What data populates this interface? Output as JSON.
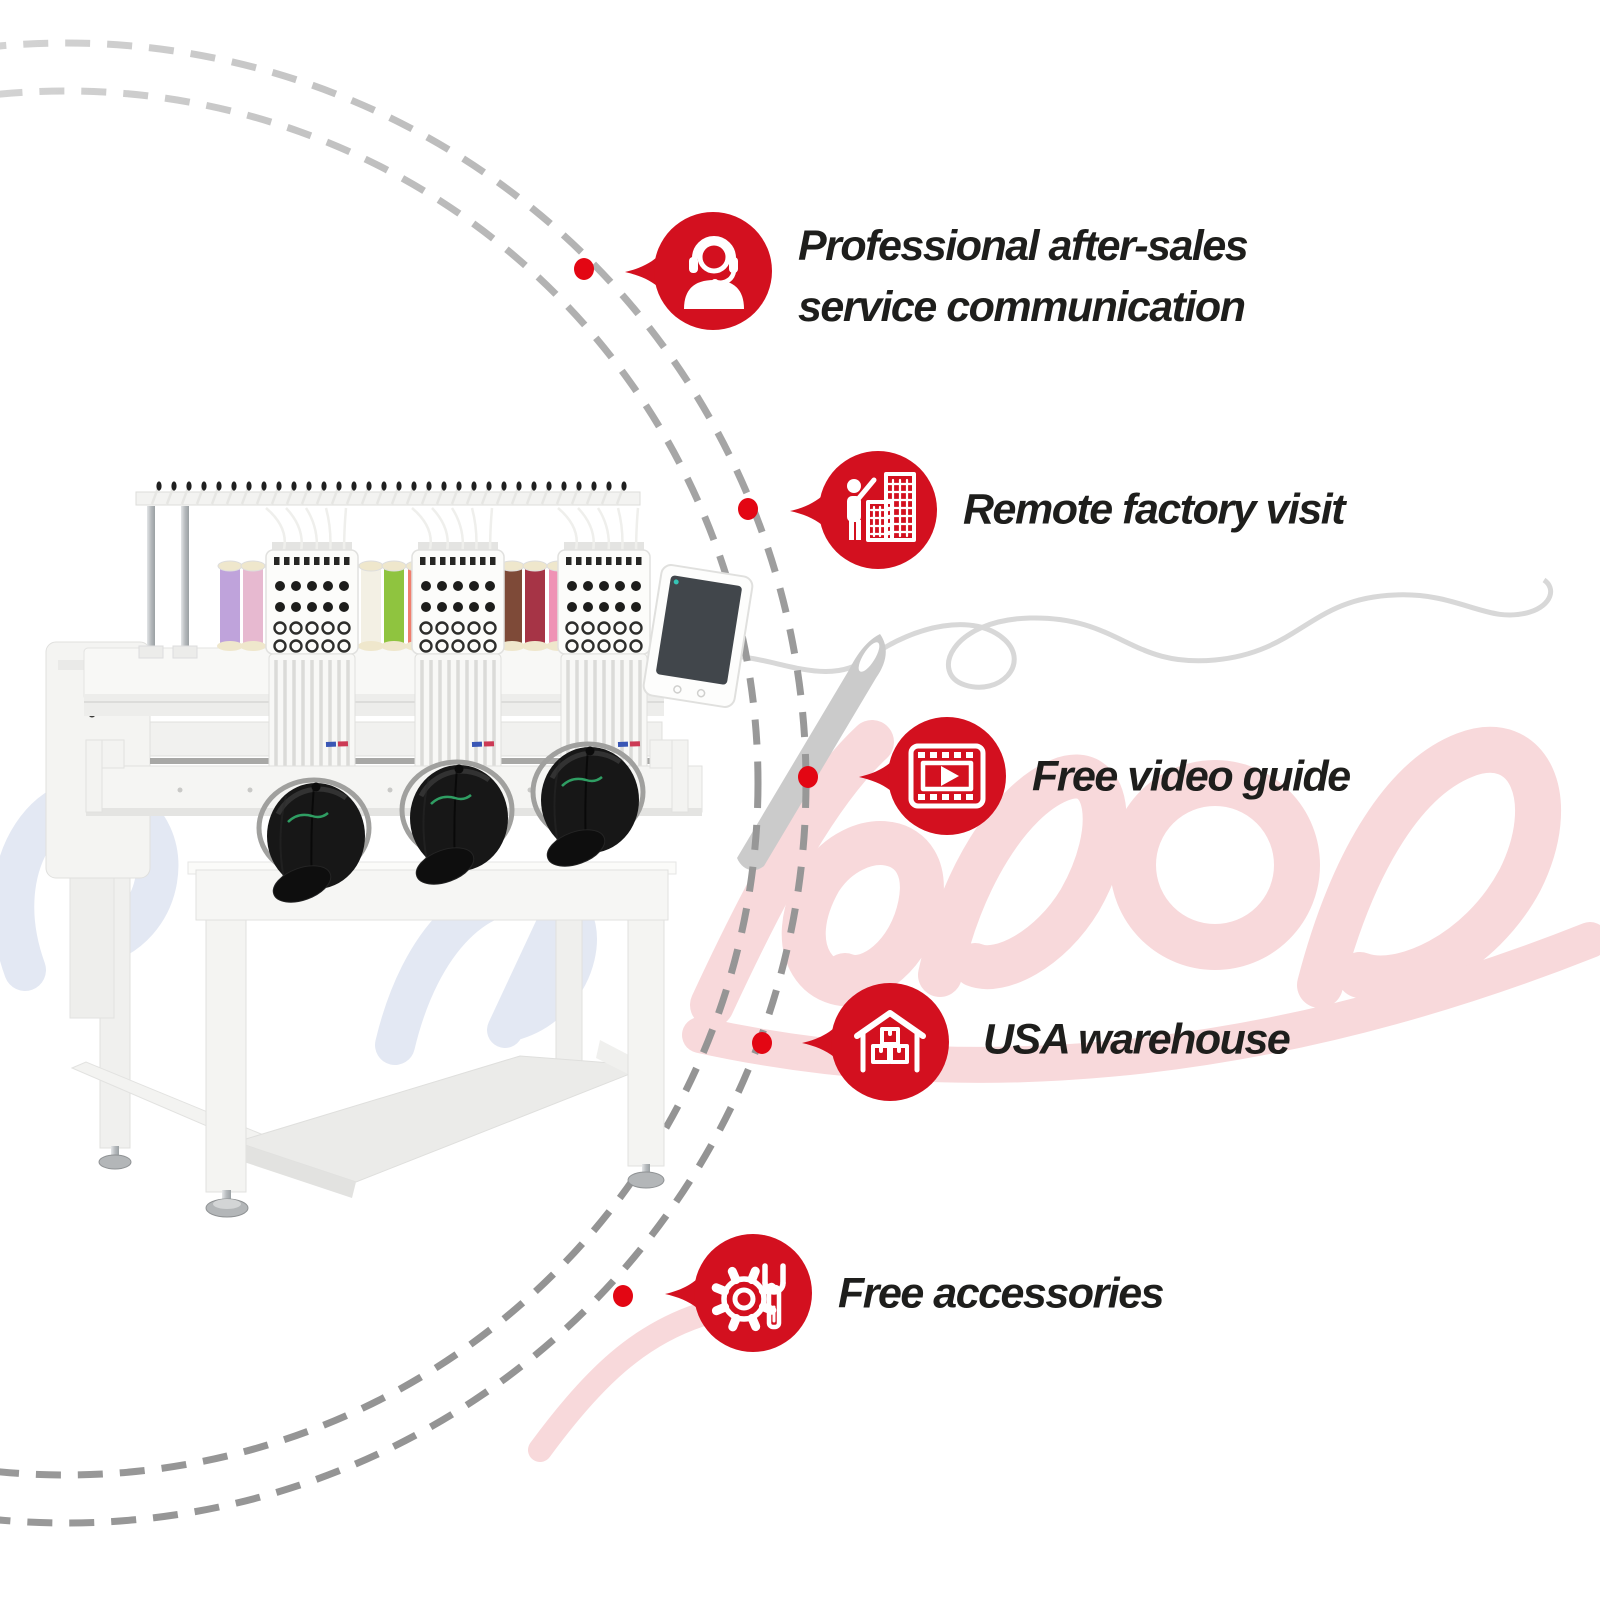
{
  "features": [
    {
      "icon": "headset-support-icon",
      "lines": {
        "0": "Professional after-sales",
        "1": "service communication"
      }
    },
    {
      "icon": "factory-visit-icon",
      "lines": {
        "0": "Remote factory visit"
      }
    },
    {
      "icon": "video-guide-icon",
      "lines": {
        "0": "Free video guide"
      }
    },
    {
      "icon": "warehouse-icon",
      "lines": {
        "0": "USA warehouse"
      }
    },
    {
      "icon": "gear-wrench-icon",
      "lines": {
        "0": "Free accessories"
      }
    }
  ],
  "colors": {
    "badge-red": "#d3101f",
    "dot-red": "#e30613",
    "text-color": "#1e1e1c",
    "watermark-pink": "#f8d9db",
    "watermark-blue": "#e3e8f3",
    "arc-gray": "#9a9a9a"
  }
}
